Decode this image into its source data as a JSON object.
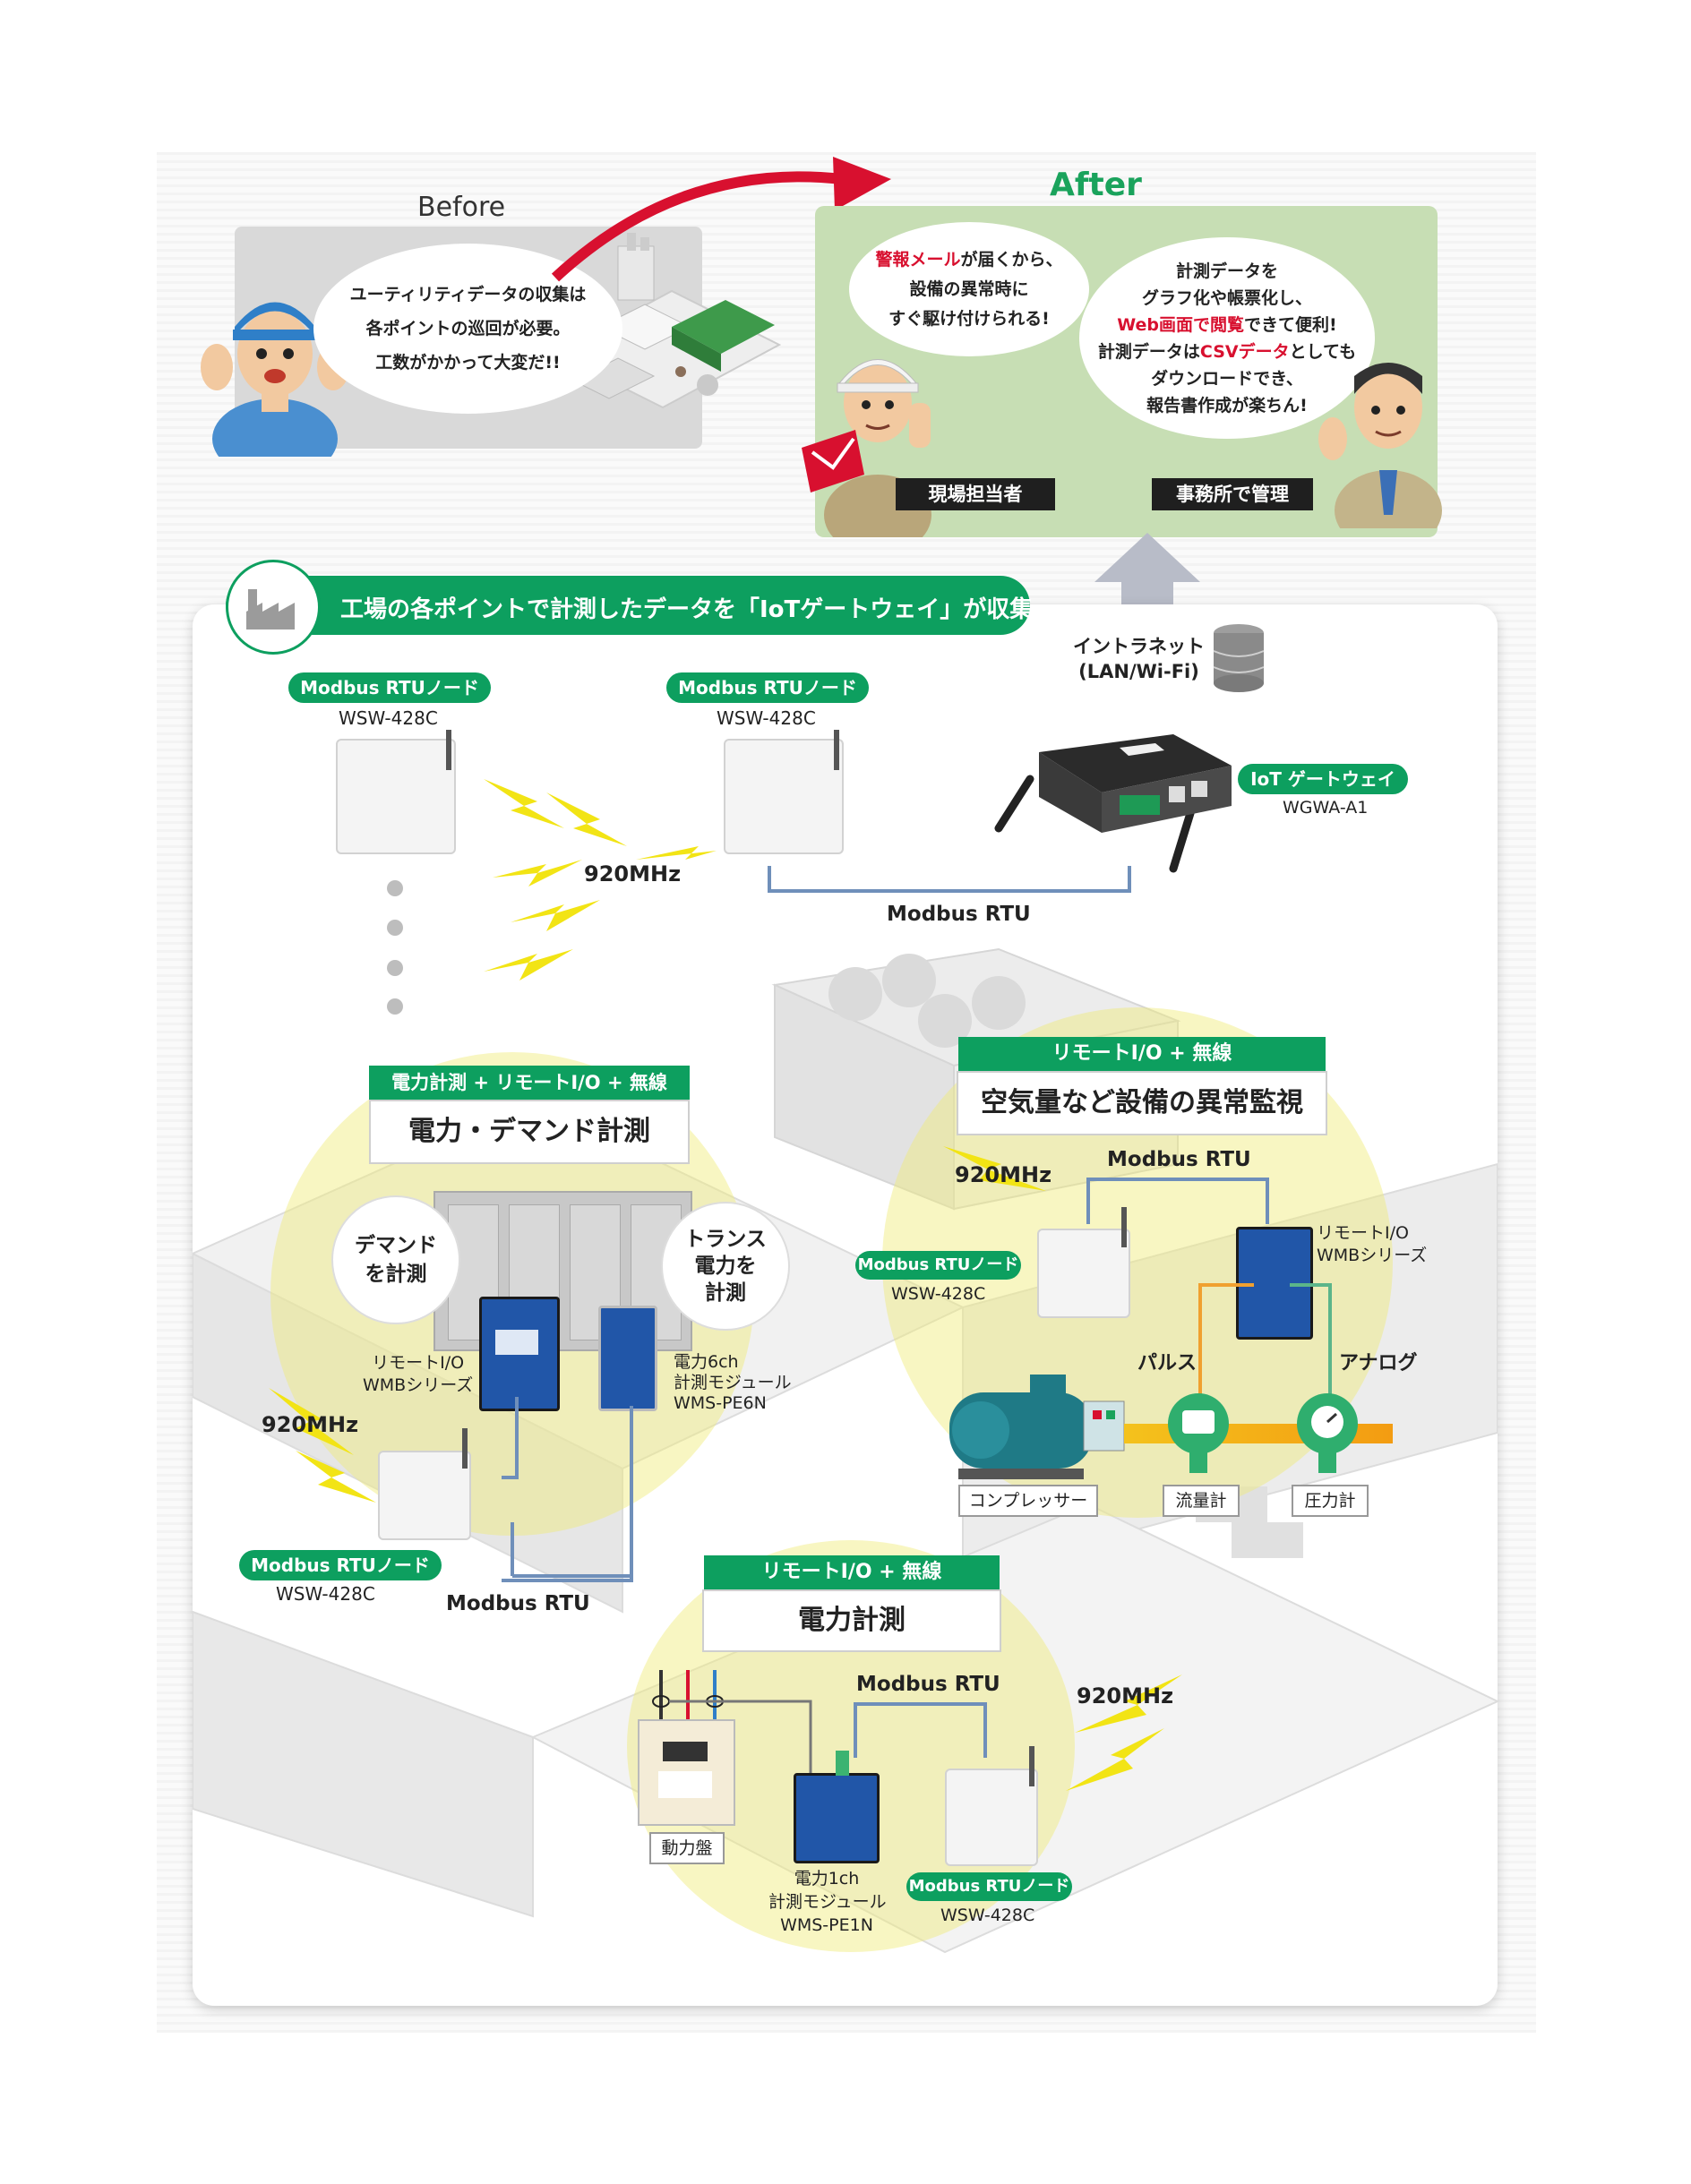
{
  "before": {
    "title": "Before",
    "bubble": [
      "ユーティリティデータの収集は",
      "各ポイントの巡回が必要。",
      "工数がかかって大変だ!!"
    ]
  },
  "after": {
    "title": "After",
    "bubble_left": {
      "line1_red": "警報メール",
      "line1_rest": "が届くから、",
      "line2": "設備の異常時に",
      "line3": "すぐ駆け付けられる!"
    },
    "bubble_right": {
      "line1": "計測データを",
      "line2": "グラフ化や帳票化し、",
      "line3_red": "Web画面で閲覧",
      "line3_rest": "できて便利!",
      "line4_a": "計測データは",
      "line4_red": "CSVデータ",
      "line4_b": "としても",
      "line5": "ダウンロードでき、",
      "line6": "報告書作成が楽ちん!"
    },
    "label_left": "現場担当者",
    "label_right": "事務所で管理"
  },
  "main": {
    "header": "工場の各ポイントで計測したデータを「IoTゲートウェイ」が収集",
    "intranet": [
      "イントラネット",
      "(LAN/Wi-Fi)"
    ],
    "node1": {
      "pill": "Modbus RTUノード",
      "model": "WSW-428C"
    },
    "node2": {
      "pill": "Modbus RTUノード",
      "model": "WSW-428C"
    },
    "gateway": {
      "pill": "IoT ゲートウェイ",
      "model": "WGWA-A1"
    },
    "wireless_top": "920MHz",
    "modbus_top": "Modbus RTU"
  },
  "zone_left": {
    "bar": "電力計測 + リモートI/O + 無線",
    "title": "電力・デマンド計測",
    "bubble_a": [
      "デマンド",
      "を計測"
    ],
    "bubble_b": [
      "トランス",
      "電力を",
      "計測"
    ],
    "wmb": [
      "リモートI/O",
      "WMBシリーズ"
    ],
    "pe6n": [
      "電力6ch",
      "計測モジュール",
      "WMS-PE6N"
    ],
    "wireless": "920MHz",
    "node_pill": "Modbus RTUノード",
    "node_model": "WSW-428C",
    "modbus": "Modbus RTU"
  },
  "zone_right": {
    "bar": "リモートI/O + 無線",
    "title": "空気量など設備の異常監視",
    "wireless": "920MHz",
    "modbus": "Modbus RTU",
    "node_pill": "Modbus RTUノード",
    "node_model": "WSW-428C",
    "wmb": [
      "リモートI/O",
      "WMBシリーズ"
    ],
    "pulse": "パルス",
    "analog": "アナログ",
    "compressor": "コンプレッサー",
    "flowmeter": "流量計",
    "pressure": "圧力計"
  },
  "zone_bottom": {
    "bar": "リモートI/O + 無線",
    "title": "電力計測",
    "modbus": "Modbus RTU",
    "wireless": "920MHz",
    "panel": "動力盤",
    "pe1n": [
      "電力1ch",
      "計測モジュール",
      "WMS-PE1N"
    ],
    "node_pill": "Modbus RTUノード",
    "node_model": "WSW-428C"
  },
  "colors": {
    "green": "#0d9f5f",
    "after_bg": "#c7deb4",
    "before_bg": "#d9d9d9",
    "accent_red": "#d8102f",
    "after_title": "#1aa35c",
    "modbus_line": "#6f8fba",
    "zone_yellow": "#f0ec78"
  }
}
